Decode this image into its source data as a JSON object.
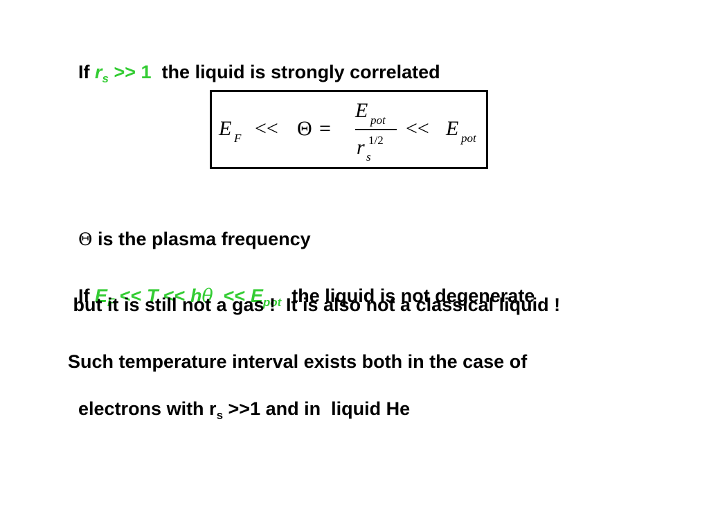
{
  "line1": {
    "if": "If ",
    "r": "r",
    "r_sub": "s",
    "gg1": " >> 1",
    "rest": "  the liquid is strongly correlated"
  },
  "formula": {
    "E": "E",
    "E_sub": "F",
    "ll1": "<<",
    "Theta": "Θ",
    "eq": "=",
    "num_E": "E",
    "num_sub": "pot",
    "den_r": "r",
    "den_sub": "s",
    "den_sup": "1/2",
    "ll2": "<<",
    "E2": "E",
    "E2_sub": "pot"
  },
  "line2": {
    "theta": "Θ",
    "text": " is the plasma frequency"
  },
  "line3": {
    "if": "If ",
    "E": "E",
    "E_sub": "F",
    "ll1": " << ",
    "T": "T",
    "ll2": " << ",
    "h": "h",
    "theta": "θ",
    "ll3": "  << ",
    "E2": "E",
    "E2_sub": "pot",
    "rest": "  the liquid is not degenerate"
  },
  "line4": " but it is still not a gas !  It is also not a classical liquid !",
  "line5": "Such temperature interval exists both in the case of",
  "line6": {
    "pre": "electrons with r",
    "sub": "s",
    "post": " >>1 and in  liquid He"
  }
}
